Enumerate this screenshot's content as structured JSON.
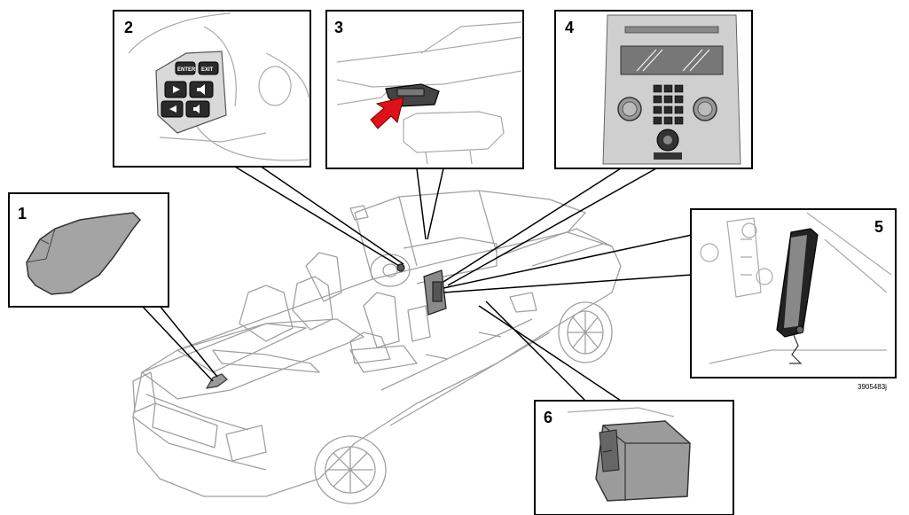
{
  "callouts": [
    {
      "number": "1",
      "name": "antenna"
    },
    {
      "number": "2",
      "name": "steering-wheel-keypad"
    },
    {
      "number": "3",
      "name": "microphone"
    },
    {
      "number": "4",
      "name": "center-console-control-panel"
    },
    {
      "number": "5",
      "name": "handset"
    },
    {
      "number": "6",
      "name": "control-module"
    }
  ],
  "keypad_labels": {
    "enter": "ENTER",
    "exit": "EXIT"
  },
  "reference_code": "3905483j",
  "colors": {
    "line": "#000000",
    "car_line": "#9a9a9a",
    "part_gray": "#9b9b9b",
    "arrow_red": "#e0101a"
  }
}
